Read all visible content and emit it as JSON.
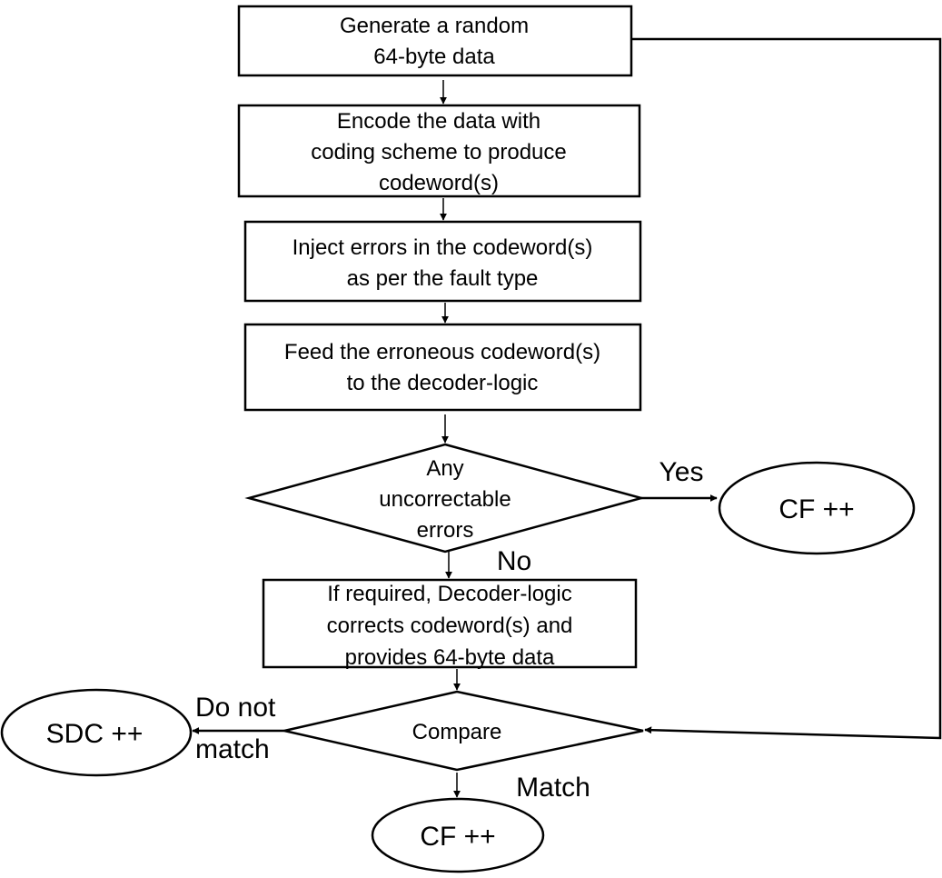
{
  "nodes": {
    "generate": {
      "lines": [
        "Generate a random",
        "64-byte data"
      ]
    },
    "encode": {
      "lines": [
        "Encode the data with",
        "coding scheme to produce",
        "codeword(s)"
      ]
    },
    "inject": {
      "lines": [
        "Inject errors in the codeword(s)",
        "as per the fault type"
      ]
    },
    "feed": {
      "lines": [
        "Feed the erroneous codeword(s)",
        "to the decoder-logic"
      ]
    },
    "uncorrectable": {
      "lines": [
        "Any",
        "uncorrectable",
        "errors"
      ]
    },
    "correct": {
      "lines": [
        "If required, Decoder-logic",
        "corrects codeword(s) and",
        "provides 64-byte data"
      ]
    },
    "compare": {
      "lines": [
        "Compare"
      ]
    },
    "cf_top": {
      "lines": [
        "CF ++"
      ]
    },
    "sdc": {
      "lines": [
        "SDC ++"
      ]
    },
    "cf_bottom": {
      "lines": [
        "CF ++"
      ]
    }
  },
  "edges": {
    "yes": {
      "lines": [
        "Yes"
      ]
    },
    "no": {
      "lines": [
        "No"
      ]
    },
    "do_not_match": {
      "lines": [
        "Do not",
        "match"
      ]
    },
    "match": {
      "lines": [
        "Match"
      ]
    }
  }
}
